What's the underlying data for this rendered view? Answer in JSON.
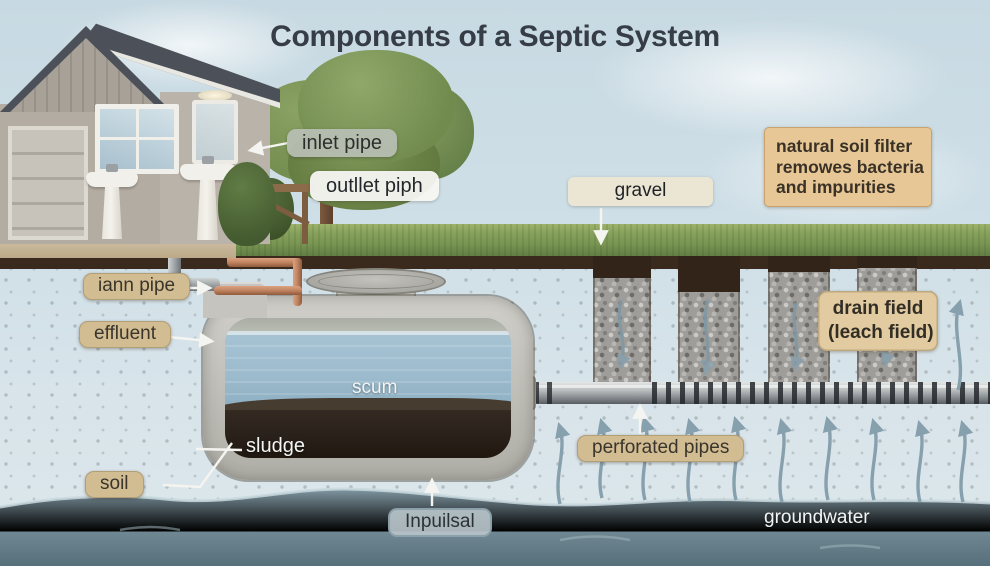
{
  "title": "Components of a Septic System",
  "labels": {
    "inlet_pipe": "inlet pipe",
    "outlet_pipe": "outllet piph",
    "gravel": "gravel",
    "main_pipe": "iann pipe",
    "effluent": "effluent",
    "scum": "scum",
    "sludge": "sludge",
    "soil": "soil",
    "tank_base": "Inpuilsal",
    "perforated_pipes": "perforated pipes",
    "groundwater": "groundwater"
  },
  "note": {
    "line1": "natural soil filter",
    "line2": "remowes bacteria",
    "line3": "and impurities"
  },
  "drain_field": {
    "line1": "drain field",
    "line2": "(leach field)"
  },
  "colors": {
    "sky": "#c7d9e2",
    "grass": "#7b9754",
    "soil": "#5e4634",
    "soil-dark": "#3a2a1d",
    "gravel": "#9e9d99",
    "groundwater": "#7b929d",
    "tank-concrete": "#c5c4be",
    "tank-water": "#a6c3d3",
    "sludge": "#2a211b",
    "pipe-gray": "#b9bdbd",
    "copper": "#c48764",
    "roof": "#4c5058",
    "wall": "#b3aca2",
    "label-tan": "#d2bd93",
    "note-bg": "#e7c795",
    "label-blue-border": "#8ba0a9",
    "arrow-blue": "#87a0ad",
    "leader-white": "#f4f4f1",
    "title": "#363d47",
    "text-dark": "#33302a",
    "text-white": "#f3f5f4"
  }
}
